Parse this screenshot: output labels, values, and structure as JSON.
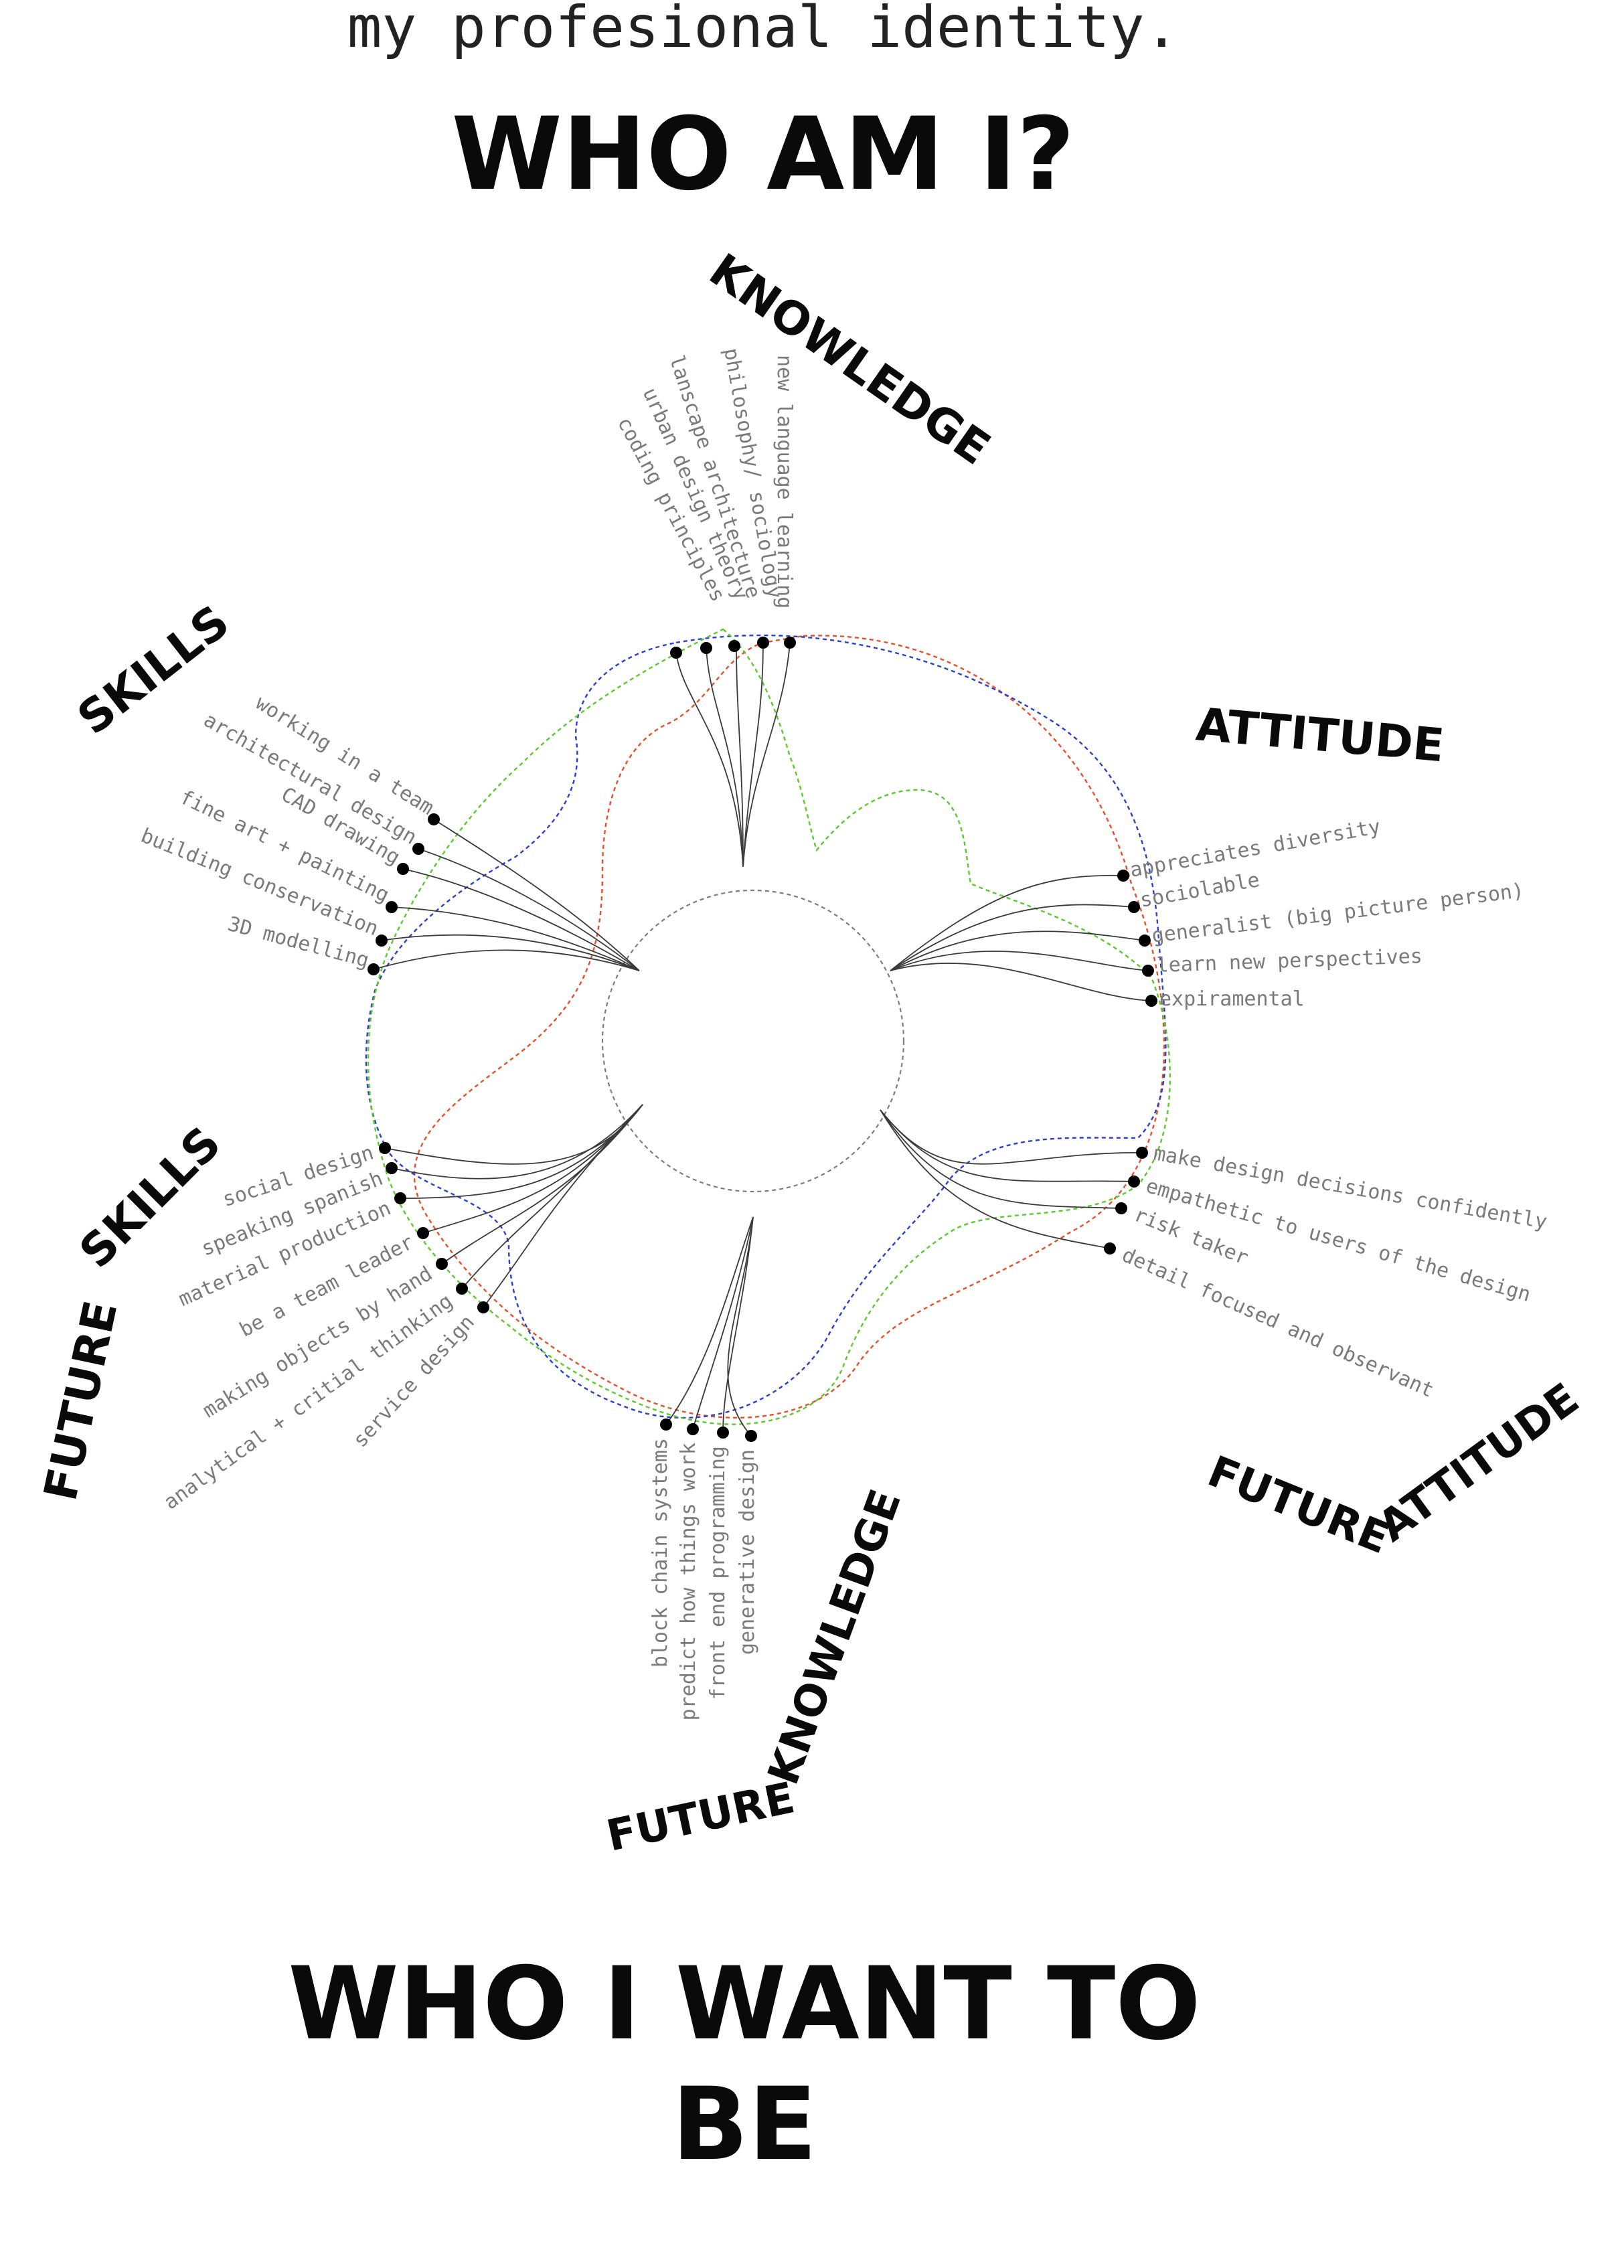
{
  "header": {
    "subtitle": "my profesional identity.",
    "title": "WHO AM I?"
  },
  "footer": {
    "title_line1": "WHO I WANT TO",
    "title_line2": "BE"
  },
  "colors": {
    "red": "#e8502a",
    "blue": "#2b3fd0",
    "green": "#5acb2a",
    "inner_circle": "#7d7d7d",
    "label": "#7a7a7a"
  },
  "categories": {
    "knowledge": {
      "title": "KNOWLEDGE",
      "items": [
        "new language learning",
        "philosophy/ sociology",
        "lanscape architecture",
        "urban design theory",
        "coding principles"
      ]
    },
    "attitude": {
      "title": "ATTITUDE",
      "items": [
        "appreciates diversity",
        "sociolable",
        "generalist (big picture person)",
        "learn new perspectives",
        "expiramental"
      ]
    },
    "skills": {
      "title": "SKILLS",
      "items": [
        "working in a team",
        "architectural design",
        "CAD drawing",
        "fine art + painting",
        "building conservation",
        "3D modelling"
      ]
    },
    "future_skills": {
      "title_line1": "SKILLS",
      "title_line2": "FUTURE",
      "items": [
        "social design",
        "speaking spanish",
        "material production",
        "be a team leader",
        "making objects by hand",
        "analytical + critial thinking",
        "service design"
      ]
    },
    "future_knowledge": {
      "title_line1": "FUTURE",
      "title_line2": "KNOWLEDGE",
      "items": [
        "block chain systems",
        "predict how things work",
        "front end programming",
        "generative design"
      ]
    },
    "future_attitude": {
      "title_line1": "FUTURE",
      "title_line2": "ATTITUDE",
      "items": [
        "make design decisions confidently",
        "empathetic to users of the design",
        "risk taker",
        "detail focused and observant"
      ]
    }
  }
}
